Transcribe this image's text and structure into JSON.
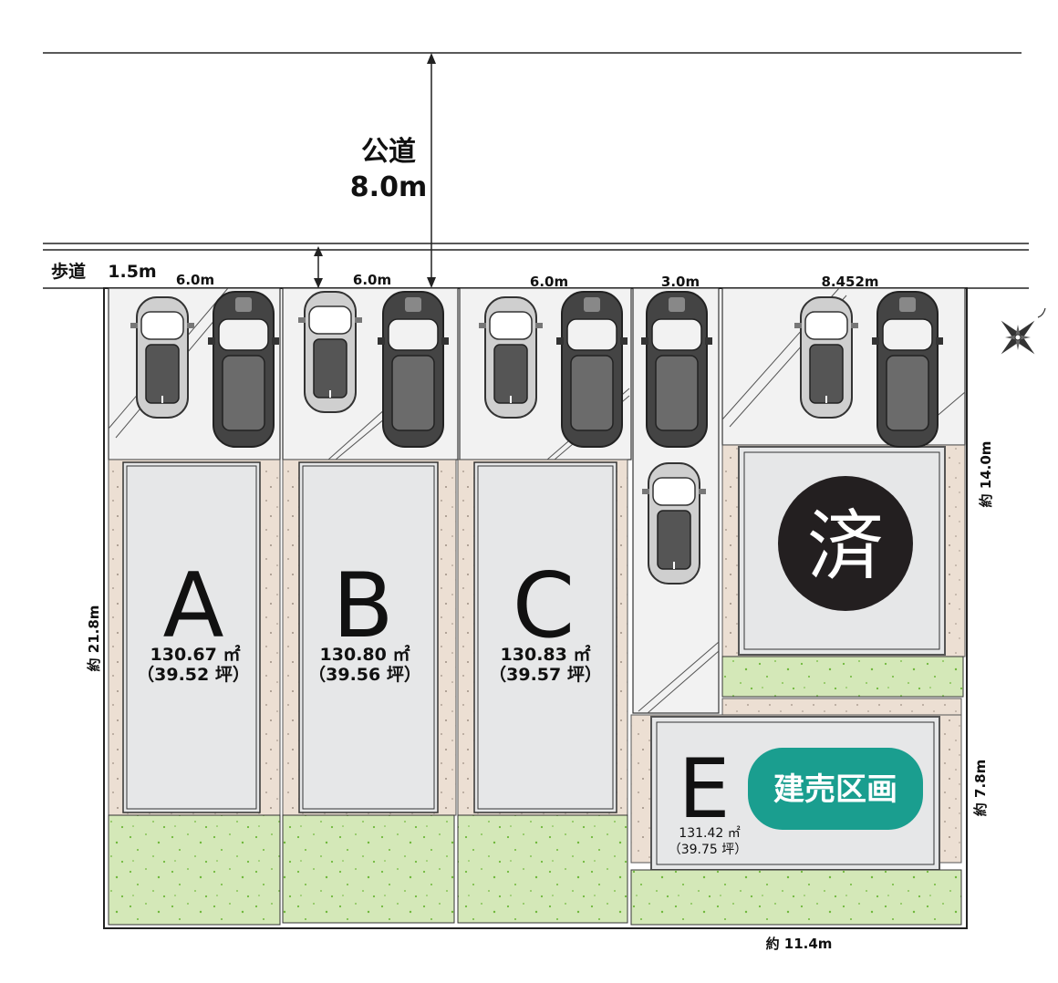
{
  "road": {
    "label": "公道",
    "width": "8.0m"
  },
  "sidewalk": {
    "label": "歩道",
    "width": "1.5m"
  },
  "frontage": {
    "a": "6.0m",
    "b": "6.0m",
    "c": "6.0m",
    "lane": "3.0m",
    "d": "8.452m"
  },
  "lots": [
    {
      "letter": "A",
      "area": "130.67 ㎡",
      "tsubo": "（39.52 坪）"
    },
    {
      "letter": "B",
      "area": "130.80 ㎡",
      "tsubo": "（39.56 坪）"
    },
    {
      "letter": "C",
      "area": "130.83 ㎡",
      "tsubo": "（39.57 坪）"
    },
    {
      "letter": "E",
      "area": "131.42 ㎡",
      "tsubo": "（39.75 坪）",
      "badge": "建売区画"
    }
  ],
  "sold_mark": "済",
  "dimensions": {
    "left_depth": "約 21.8m",
    "d_depth": "約 14.0m",
    "e_depth": "約 7.8m",
    "e_width": "約 11.4m"
  },
  "colors": {
    "badge": "#1a9e8f",
    "lawn": "#d4e8b8",
    "gravel": "#ecdfd3",
    "lot": "#e6e7e8",
    "sold": "#231f20"
  }
}
